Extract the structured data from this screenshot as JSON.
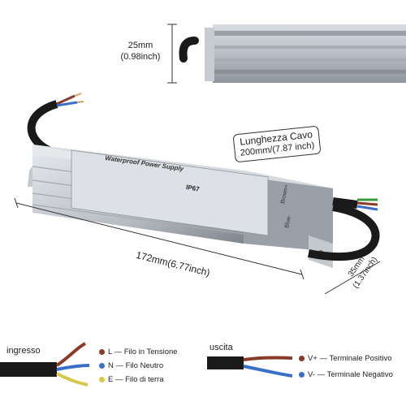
{
  "dimensions": {
    "height_label_line1": "25mm",
    "height_label_line2": "(0.98inch)",
    "length_label": "172mm(6.77inch)",
    "width_label_line1": "35mm",
    "width_label_line2": "(1.37inch)"
  },
  "cable": {
    "title": "Lunghezza Cavo",
    "value": "200mm/(7.87 inch)"
  },
  "device": {
    "title": "Waterproof Power Supply",
    "rating": "IP67",
    "wire_brown": "Brown+",
    "wire_blue": "Blue-"
  },
  "input": {
    "title": "ingresso",
    "items": [
      {
        "prefix": "L",
        "text": "Filo in Tensione",
        "color": "#8b3a2a"
      },
      {
        "prefix": "N",
        "text": "Filo Neutro",
        "color": "#3a6fc9"
      },
      {
        "prefix": "E",
        "text": "Filo di terra",
        "color": "#d8c84a"
      }
    ]
  },
  "output": {
    "title": "uscita",
    "items": [
      {
        "prefix": "V+",
        "text": "Terminale Positivo",
        "color": "#8b3a2a"
      },
      {
        "prefix": "V-",
        "text": "Terminale Negativo",
        "color": "#3a6fc9"
      }
    ]
  }
}
